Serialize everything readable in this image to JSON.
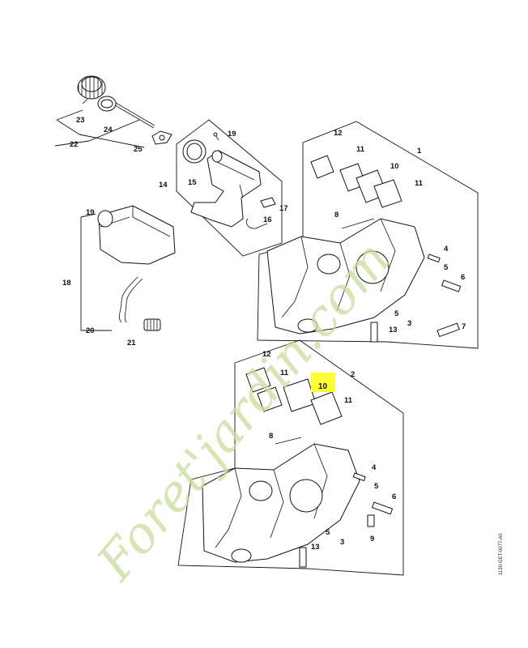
{
  "diagram": {
    "callouts_group_a": [
      "23",
      "24",
      "22",
      "25"
    ],
    "callouts_group_b": [
      "19",
      "14",
      "15",
      "16",
      "17"
    ],
    "callouts_group_c": [
      "19",
      "18",
      "20",
      "21"
    ],
    "callouts_crankcase_1": [
      "12",
      "11",
      "1",
      "10",
      "11",
      "8",
      "4",
      "5",
      "6",
      "5",
      "3",
      "13",
      "7"
    ],
    "callouts_crankcase_2": [
      "12",
      "11",
      "2",
      "10",
      "11",
      "8",
      "4",
      "5",
      "6",
      "5",
      "3",
      "9",
      "13"
    ],
    "highlighted_callout": "10",
    "highlight_color": "#ffff33",
    "drawing_code": "1130-GET-0077-A0",
    "watermark": "Foret'jardin.com",
    "watermark_color": "#c9dd9c"
  }
}
